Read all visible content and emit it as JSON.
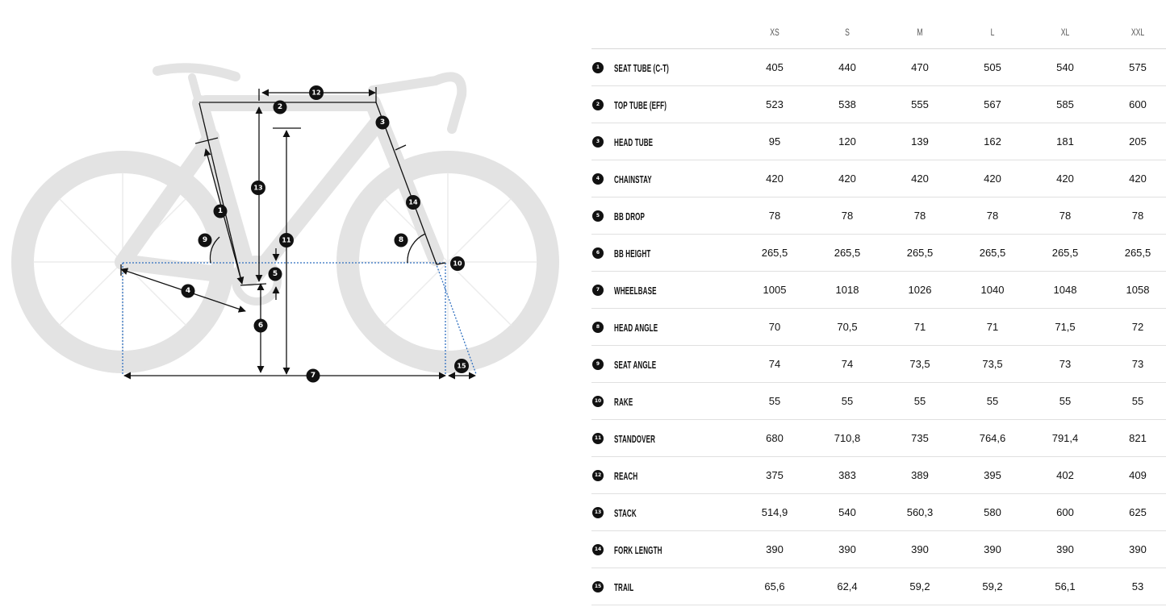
{
  "sizes": [
    "XS",
    "S",
    "M",
    "L",
    "XL",
    "XXL"
  ],
  "rows": [
    {
      "num": "1",
      "label": "SEAT TUBE (C-T)",
      "values": [
        "405",
        "440",
        "470",
        "505",
        "540",
        "575"
      ]
    },
    {
      "num": "2",
      "label": "TOP TUBE (EFF)",
      "values": [
        "523",
        "538",
        "555",
        "567",
        "585",
        "600"
      ]
    },
    {
      "num": "3",
      "label": "HEAD TUBE",
      "values": [
        "95",
        "120",
        "139",
        "162",
        "181",
        "205"
      ]
    },
    {
      "num": "4",
      "label": "CHAINSTAY",
      "values": [
        "420",
        "420",
        "420",
        "420",
        "420",
        "420"
      ]
    },
    {
      "num": "5",
      "label": "BB DROP",
      "values": [
        "78",
        "78",
        "78",
        "78",
        "78",
        "78"
      ]
    },
    {
      "num": "6",
      "label": "BB HEIGHT",
      "values": [
        "265,5",
        "265,5",
        "265,5",
        "265,5",
        "265,5",
        "265,5"
      ]
    },
    {
      "num": "7",
      "label": "WHEELBASE",
      "values": [
        "1005",
        "1018",
        "1026",
        "1040",
        "1048",
        "1058"
      ]
    },
    {
      "num": "8",
      "label": "HEAD ANGLE",
      "values": [
        "70",
        "70,5",
        "71",
        "71",
        "71,5",
        "72"
      ]
    },
    {
      "num": "9",
      "label": "SEAT ANGLE",
      "values": [
        "74",
        "74",
        "73,5",
        "73,5",
        "73",
        "73"
      ]
    },
    {
      "num": "10",
      "label": "RAKE",
      "values": [
        "55",
        "55",
        "55",
        "55",
        "55",
        "55"
      ]
    },
    {
      "num": "11",
      "label": "STANDOVER",
      "values": [
        "680",
        "710,8",
        "735",
        "764,6",
        "791,4",
        "821"
      ]
    },
    {
      "num": "12",
      "label": "REACH",
      "values": [
        "375",
        "383",
        "389",
        "395",
        "402",
        "409"
      ]
    },
    {
      "num": "13",
      "label": "STACK",
      "values": [
        "514,9",
        "540",
        "560,3",
        "580",
        "600",
        "625"
      ]
    },
    {
      "num": "14",
      "label": "FORK LENGTH",
      "values": [
        "390",
        "390",
        "390",
        "390",
        "390",
        "390"
      ]
    },
    {
      "num": "15",
      "label": "TRAIL",
      "values": [
        "65,6",
        "62,4",
        "59,2",
        "59,2",
        "56,1",
        "53"
      ]
    }
  ],
  "diagram": {
    "callouts": [
      "1",
      "2",
      "3",
      "4",
      "5",
      "6",
      "7",
      "8",
      "9",
      "10",
      "11",
      "12",
      "13",
      "14",
      "15"
    ]
  },
  "colors": {
    "silhouette": "#e3e3e3",
    "dimension": "#111111",
    "reference_dotted": "#2f6fbf",
    "divider": "#d8d8d8"
  }
}
